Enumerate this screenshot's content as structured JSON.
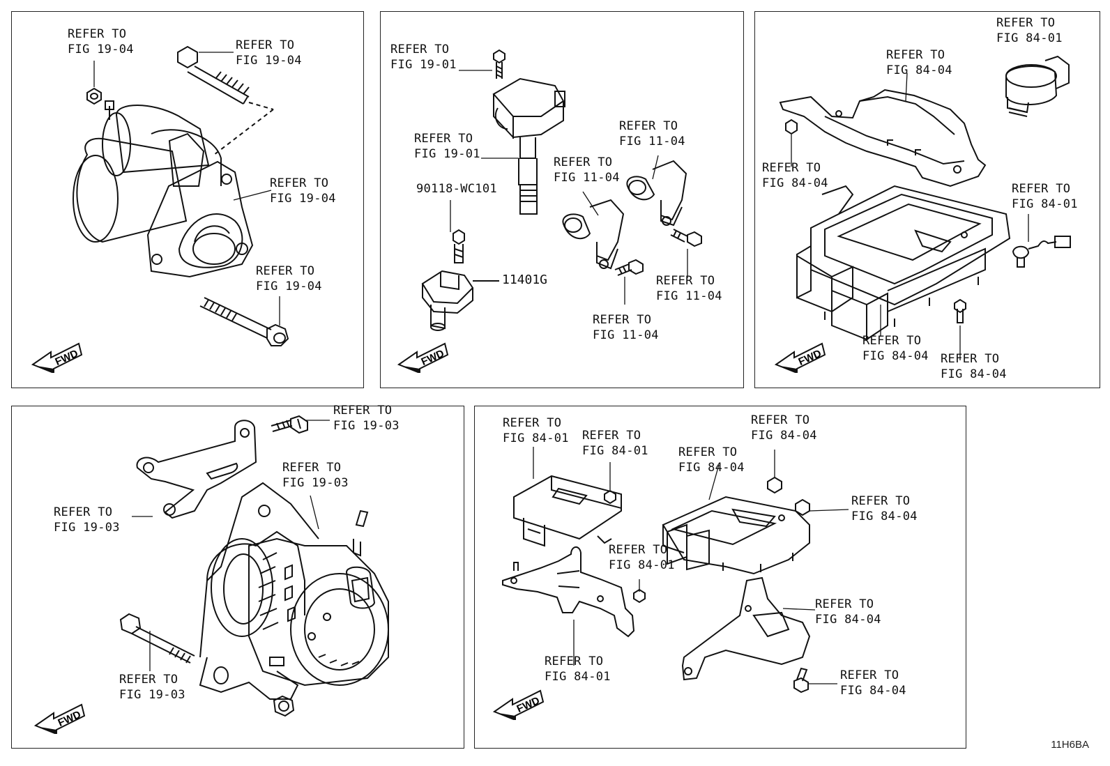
{
  "labels": {
    "refer_to": "REFER TO",
    "fig_19_04": "FIG 19-04",
    "fig_19_01": "FIG 19-01",
    "fig_11_04": "FIG 11-04",
    "fig_84_04": "FIG 84-04",
    "fig_84_01": "FIG 84-01",
    "fig_19_03": "FIG 19-03"
  },
  "part_numbers": {
    "bolt": "90118-WC101",
    "cam_sensor": "11401G"
  },
  "fwd": "FWD",
  "diagram_code": "11H6BA"
}
